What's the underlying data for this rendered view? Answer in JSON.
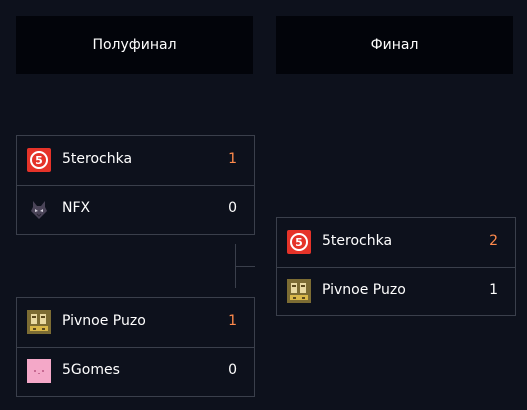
{
  "rounds": {
    "semifinal_label": "Полуфинал",
    "final_label": "Финал"
  },
  "matches": {
    "semi1": {
      "team1": {
        "name": "5terochka",
        "score": "1",
        "logo": "5terochka-logo"
      },
      "team2": {
        "name": "NFX",
        "score": "0",
        "logo": "nfx-logo"
      }
    },
    "semi2": {
      "team1": {
        "name": "Pivnoe Puzo",
        "score": "1",
        "logo": "pivnoe-puzo-logo"
      },
      "team2": {
        "name": "5Gomes",
        "score": "0",
        "logo": "5gomes-logo"
      }
    },
    "final": {
      "team1": {
        "name": "5terochka",
        "score": "2",
        "logo": "5terochka-logo"
      },
      "team2": {
        "name": "Pivnoe Puzo",
        "score": "1",
        "logo": "pivnoe-puzo-logo"
      }
    }
  },
  "colors": {
    "background": "#0d111c",
    "header_bg": "#02040a",
    "border": "#3a3f4b",
    "win_score": "#ff8a4c",
    "lose_score": "#ffffff"
  }
}
